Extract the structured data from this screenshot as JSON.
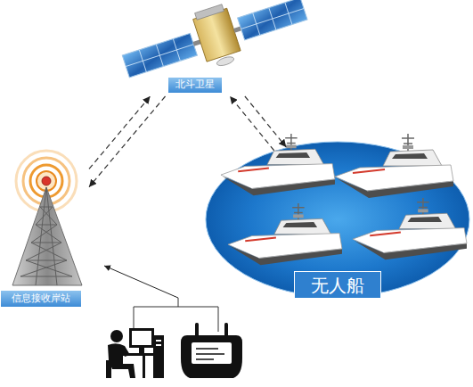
{
  "diagram": {
    "nodes": [
      {
        "text": [
          "北斗卫星"
        ]
      },
      {
        "text": [
          "信息接收岸站"
        ]
      },
      {
        "text": [
          "无人船"
        ]
      }
    ],
    "edges": [
      {
        "from": 0,
        "to": 1,
        "arrow": "to"
      },
      {
        "from": 1,
        "to": 0,
        "arrow": "to"
      },
      {
        "from": 0,
        "to": 2,
        "arrow": "to"
      },
      {
        "from": 2,
        "to": 0,
        "arrow": "to"
      }
    ]
  }
}
